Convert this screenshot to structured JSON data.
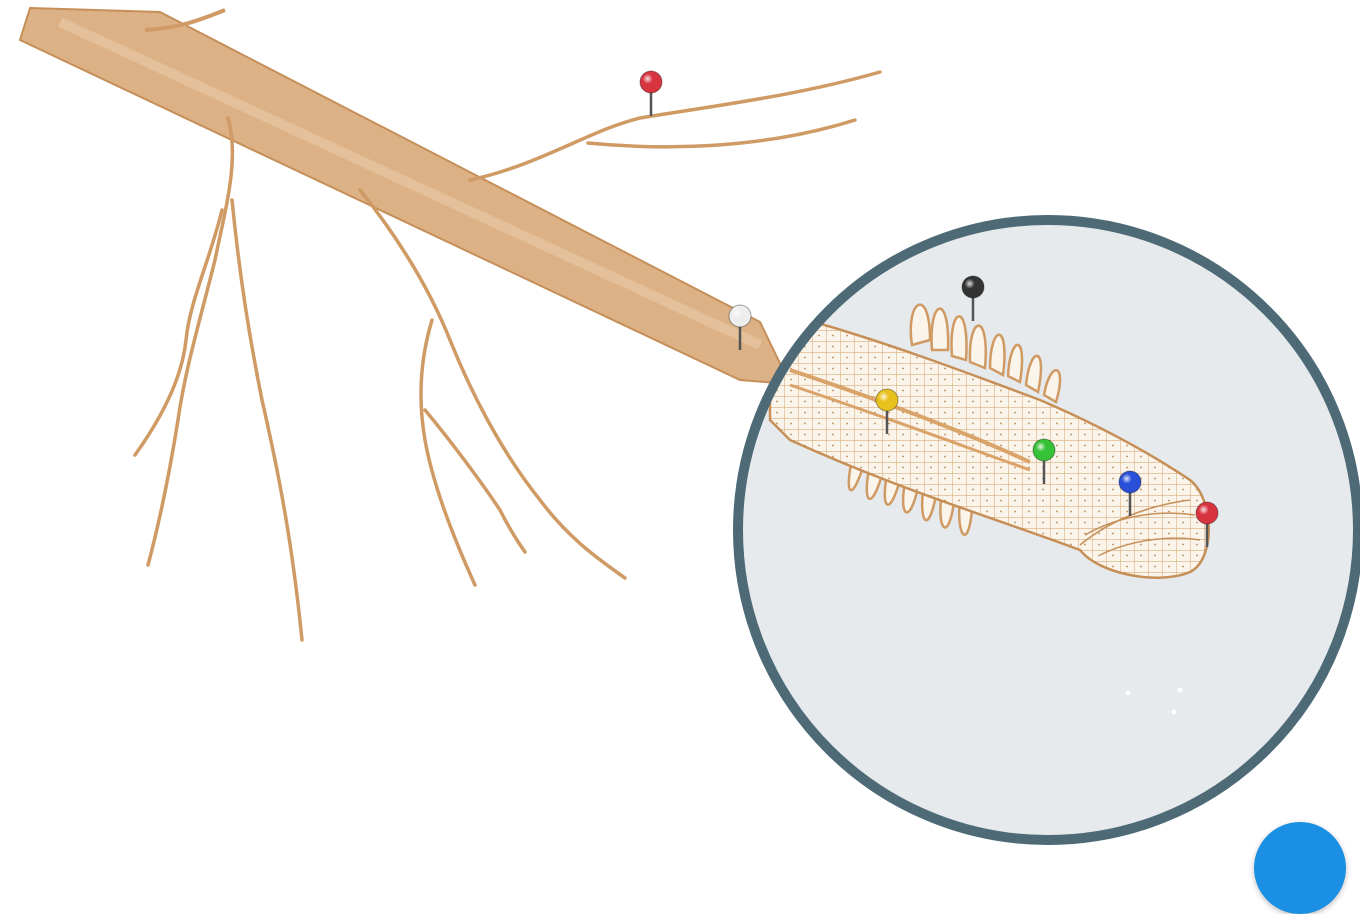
{
  "colors": {
    "background": "#ffffff",
    "root": "#d2a679",
    "root_light": "#e6c8a6",
    "root_outline": "#c08a55",
    "magnifier_fill": "#e6eaec",
    "magnifier_ring": "#4d6a76",
    "fab": "#1a8fe3"
  },
  "pins": [
    {
      "name": "pin-red-branch",
      "color": "#d8343f"
    },
    {
      "name": "pin-white-root",
      "color": "#eeeeee"
    },
    {
      "name": "pin-black-root-hairs",
      "color": "#333333"
    },
    {
      "name": "pin-yellow-vascular",
      "color": "#e8c11c"
    },
    {
      "name": "pin-green-elongation",
      "color": "#36c236"
    },
    {
      "name": "pin-blue-meristem",
      "color": "#2a4fd8"
    },
    {
      "name": "pin-red-root-cap",
      "color": "#d8343f"
    }
  ],
  "fab": {
    "icon": "chat-bubble-icon"
  }
}
